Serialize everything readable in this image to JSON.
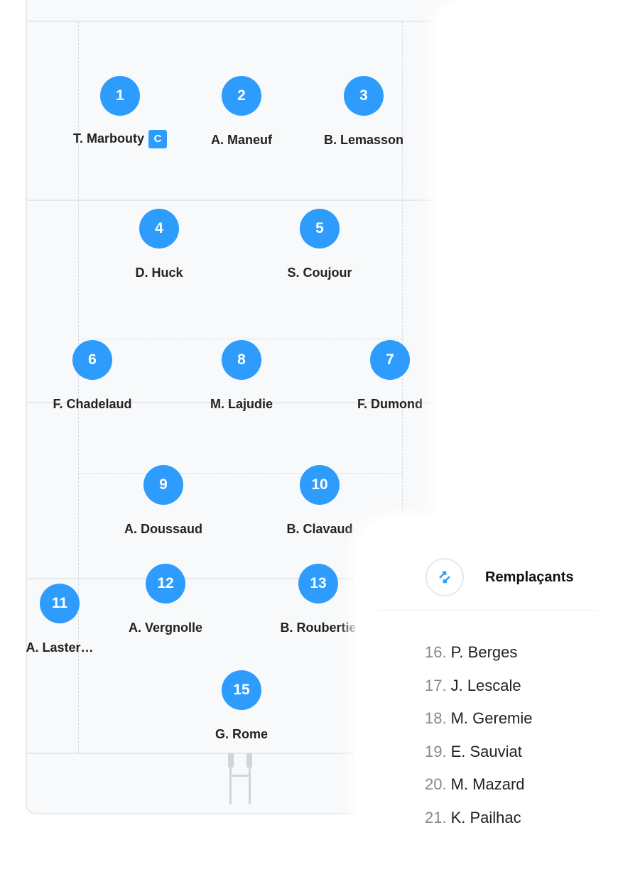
{
  "starters": [
    {
      "number": "1",
      "name": "T. Marbouty",
      "captain": "C"
    },
    {
      "number": "2",
      "name": "A. Maneuf"
    },
    {
      "number": "3",
      "name": "B. Lemasson"
    },
    {
      "number": "4",
      "name": "D. Huck"
    },
    {
      "number": "5",
      "name": "S. Coujour"
    },
    {
      "number": "6",
      "name": "F. Chadelaud"
    },
    {
      "number": "8",
      "name": "M. Lajudie"
    },
    {
      "number": "7",
      "name": "F. Dumond"
    },
    {
      "number": "9",
      "name": "A. Doussaud"
    },
    {
      "number": "10",
      "name": "B. Clavaud"
    },
    {
      "number": "11",
      "name": "A. Laster…"
    },
    {
      "number": "12",
      "name": "A. Vergnolle"
    },
    {
      "number": "13",
      "name": "B. Roubertie"
    },
    {
      "number": "15",
      "name": "G. Rome"
    }
  ],
  "substitutes": {
    "title": "Remplaçants",
    "icon": "swap-arrows-icon",
    "items": [
      {
        "number": "16.",
        "name": "P. Berges"
      },
      {
        "number": "17.",
        "name": "J. Lescale"
      },
      {
        "number": "18.",
        "name": "M. Geremie"
      },
      {
        "number": "19.",
        "name": "E. Sauviat"
      },
      {
        "number": "20.",
        "name": "M. Mazard"
      },
      {
        "number": "21.",
        "name": "K. Pailhac"
      }
    ]
  },
  "colors": {
    "accent": "#2d9cfd",
    "pitch": "#f8f9fa",
    "lines": "#e6e8ec"
  }
}
